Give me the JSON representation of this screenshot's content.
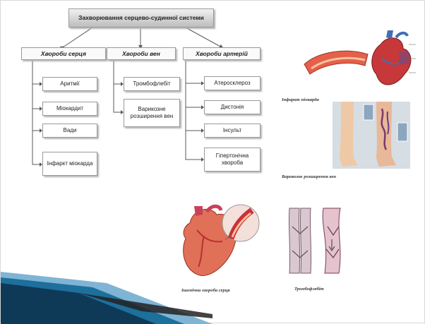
{
  "diagram": {
    "title": "Захворювання серцево-судинної системи",
    "categories": [
      {
        "label": "Хвороби серця",
        "items": [
          "Аритмії",
          "Міокардит",
          "Вади",
          "Інфаркт міокарда"
        ]
      },
      {
        "label": "Хвороби вен",
        "items": [
          "Тромбофлебіт",
          "Варикозне розширення вен"
        ]
      },
      {
        "label": "Хвороби артерій",
        "items": [
          "Атеросклероз",
          "Дистонія",
          "Інсульт",
          "Гіпертонічна хвороба"
        ]
      }
    ]
  },
  "captions": {
    "infarct": "Інфаркт міокарда",
    "varicose": "Варикозне розширення вен",
    "vessels": "Ішемічна хвороба серця",
    "thrombo": "Тромбофлебіт"
  },
  "colors": {
    "band_dark": "#0e3a57",
    "band_mid": "#1d6f9c",
    "band_light": "#7fb4d4"
  }
}
